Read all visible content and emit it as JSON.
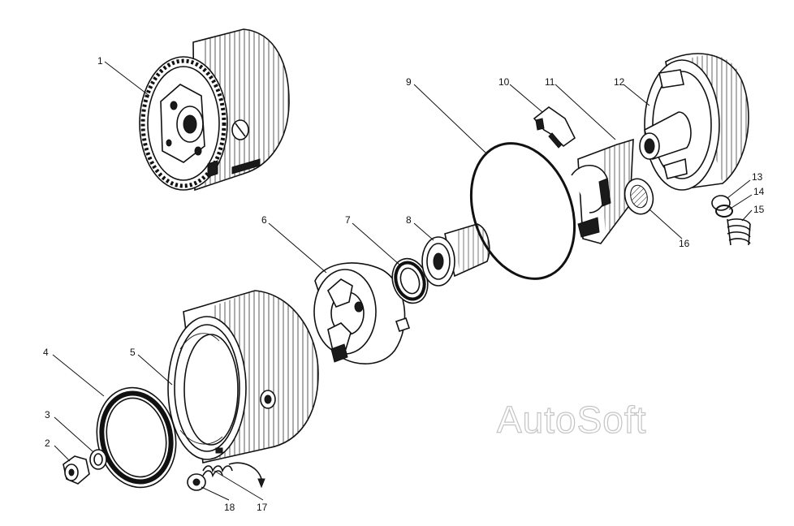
{
  "watermark": "AutoSoft",
  "callouts": [
    {
      "id": "1",
      "text": "1"
    },
    {
      "id": "2",
      "text": "2"
    },
    {
      "id": "3",
      "text": "3"
    },
    {
      "id": "4",
      "text": "4"
    },
    {
      "id": "5",
      "text": "5"
    },
    {
      "id": "6",
      "text": "6"
    },
    {
      "id": "7",
      "text": "7"
    },
    {
      "id": "8",
      "text": "8"
    },
    {
      "id": "9",
      "text": "9"
    },
    {
      "id": "10",
      "text": "10"
    },
    {
      "id": "11",
      "text": "11"
    },
    {
      "id": "12",
      "text": "12"
    },
    {
      "id": "13",
      "text": "13"
    },
    {
      "id": "14",
      "text": "14"
    },
    {
      "id": "15",
      "text": "15"
    },
    {
      "id": "16",
      "text": "16"
    },
    {
      "id": "17",
      "text": "17"
    },
    {
      "id": "18",
      "text": "18"
    }
  ]
}
